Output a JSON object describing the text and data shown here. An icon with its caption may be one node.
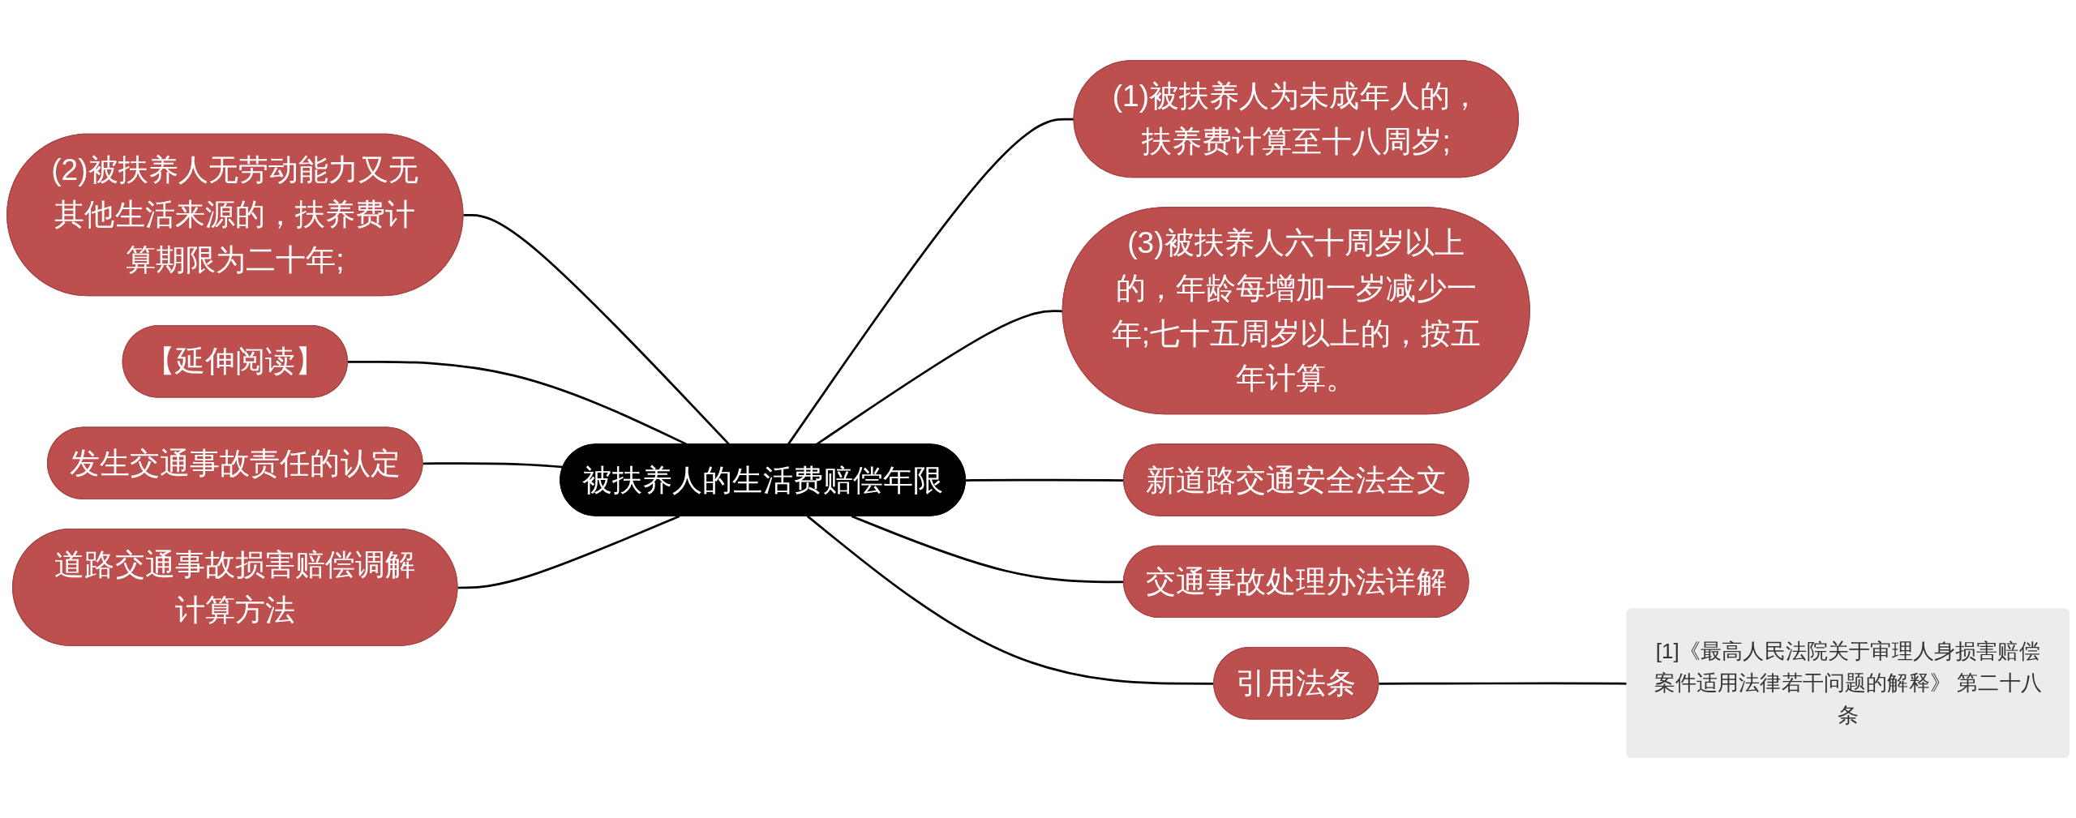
{
  "diagram": {
    "nodes": [
      {
        "text": [
          "被扶养人的生活费赔偿年限"
        ]
      },
      {
        "text": [
          "(1)被扶养人为未成年人的，扶养费计算至十八周岁;"
        ]
      },
      {
        "text": [
          "(2)被扶养人无劳动能力又无其他生活来源的，扶养费计算期限为二十年;"
        ]
      },
      {
        "text": [
          "(3)被扶养人六十周岁以上的，年龄每增加一岁减少一年;七十五周岁以上的，按五年计算。"
        ]
      },
      {
        "text": [
          "【延伸阅读】"
        ]
      },
      {
        "text": [
          "发生交通事故责任的认定"
        ]
      },
      {
        "text": [
          "道路交通事故损害赔偿调解计算方法"
        ]
      },
      {
        "text": [
          "新道路交通安全法全文"
        ]
      },
      {
        "text": [
          "交通事故处理办法详解"
        ]
      },
      {
        "text": [
          "引用法条"
        ]
      },
      {
        "text": [
          "[1]《最高人民法院关于审理人身损害赔偿案件适用法律若干问题的解释》 第二十八条"
        ]
      }
    ],
    "edges": [
      {
        "from": 0,
        "to": 1,
        "arrow": "none"
      },
      {
        "from": 2,
        "to": 0,
        "arrow": "none"
      },
      {
        "from": 0,
        "to": 3,
        "arrow": "none"
      },
      {
        "from": 4,
        "to": 0,
        "arrow": "none"
      },
      {
        "from": 5,
        "to": 0,
        "arrow": "none"
      },
      {
        "from": 6,
        "to": 0,
        "arrow": "none"
      },
      {
        "from": 0,
        "to": 7,
        "arrow": "none"
      },
      {
        "from": 0,
        "to": 8,
        "arrow": "none"
      },
      {
        "from": 0,
        "to": 9,
        "arrow": "none"
      },
      {
        "from": 9,
        "to": 10,
        "arrow": "none"
      }
    ]
  }
}
